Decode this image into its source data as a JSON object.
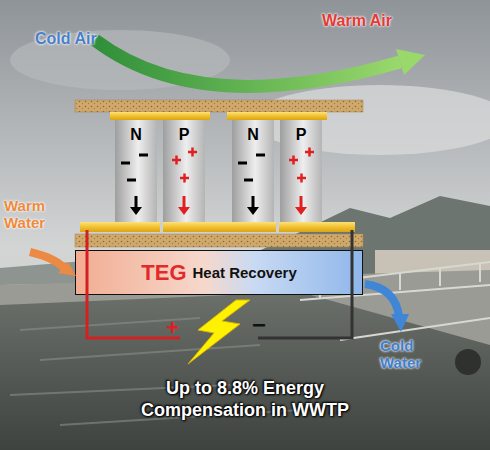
{
  "diagram": {
    "caption": "Up to 8.8% Energy Compensation in WWTP",
    "nodes": [
      {
        "text": [
          "N"
        ]
      },
      {
        "text": [
          "P"
        ]
      },
      {
        "text": [
          "N"
        ]
      },
      {
        "text": [
          "P"
        ]
      },
      {
        "text": [
          "TEG",
          "Heat Recovery"
        ]
      }
    ],
    "labels": [
      "Cold Air",
      "Warm Air",
      "Warm Water",
      "Cold Water",
      "+",
      "−"
    ]
  }
}
